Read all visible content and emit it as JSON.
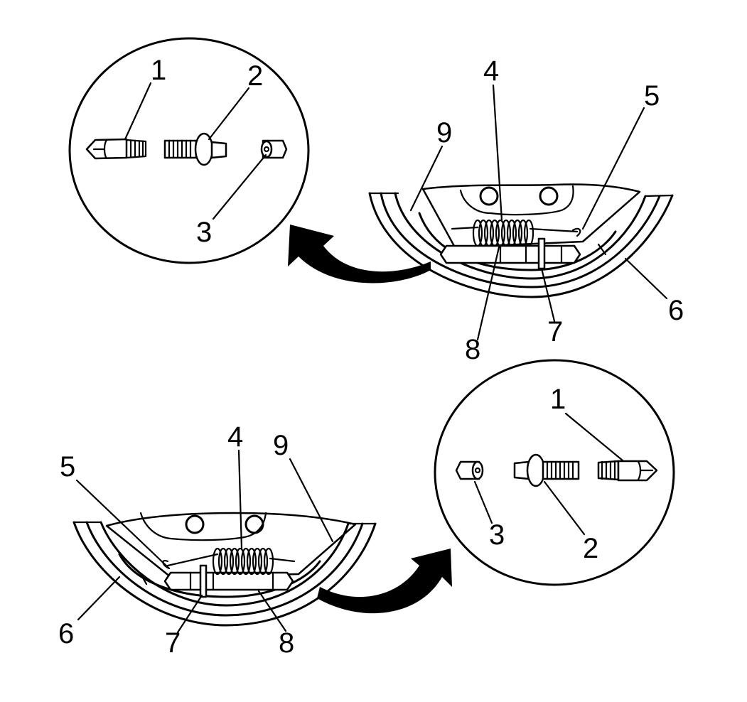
{
  "callouts": {
    "top_detail": [
      "1",
      "2",
      "3"
    ],
    "top_assembly": [
      "4",
      "5",
      "6",
      "7",
      "8",
      "9"
    ],
    "bottom_assembly": [
      "4",
      "5",
      "6",
      "7",
      "8",
      "9"
    ],
    "bottom_detail": [
      "1",
      "2",
      "3"
    ]
  },
  "parts": {
    "1": "adjuster-screw-socket-icon",
    "2": "adjuster-screw-icon",
    "3": "adjuster-nut-icon",
    "4": "adjuster-spring-icon",
    "5": "spring-hook-icon",
    "6": "brake-shoe-icon",
    "7": "adjuster-lever-icon",
    "8": "adjuster-assembly-icon",
    "9": "brake-shoe-web-icon"
  }
}
